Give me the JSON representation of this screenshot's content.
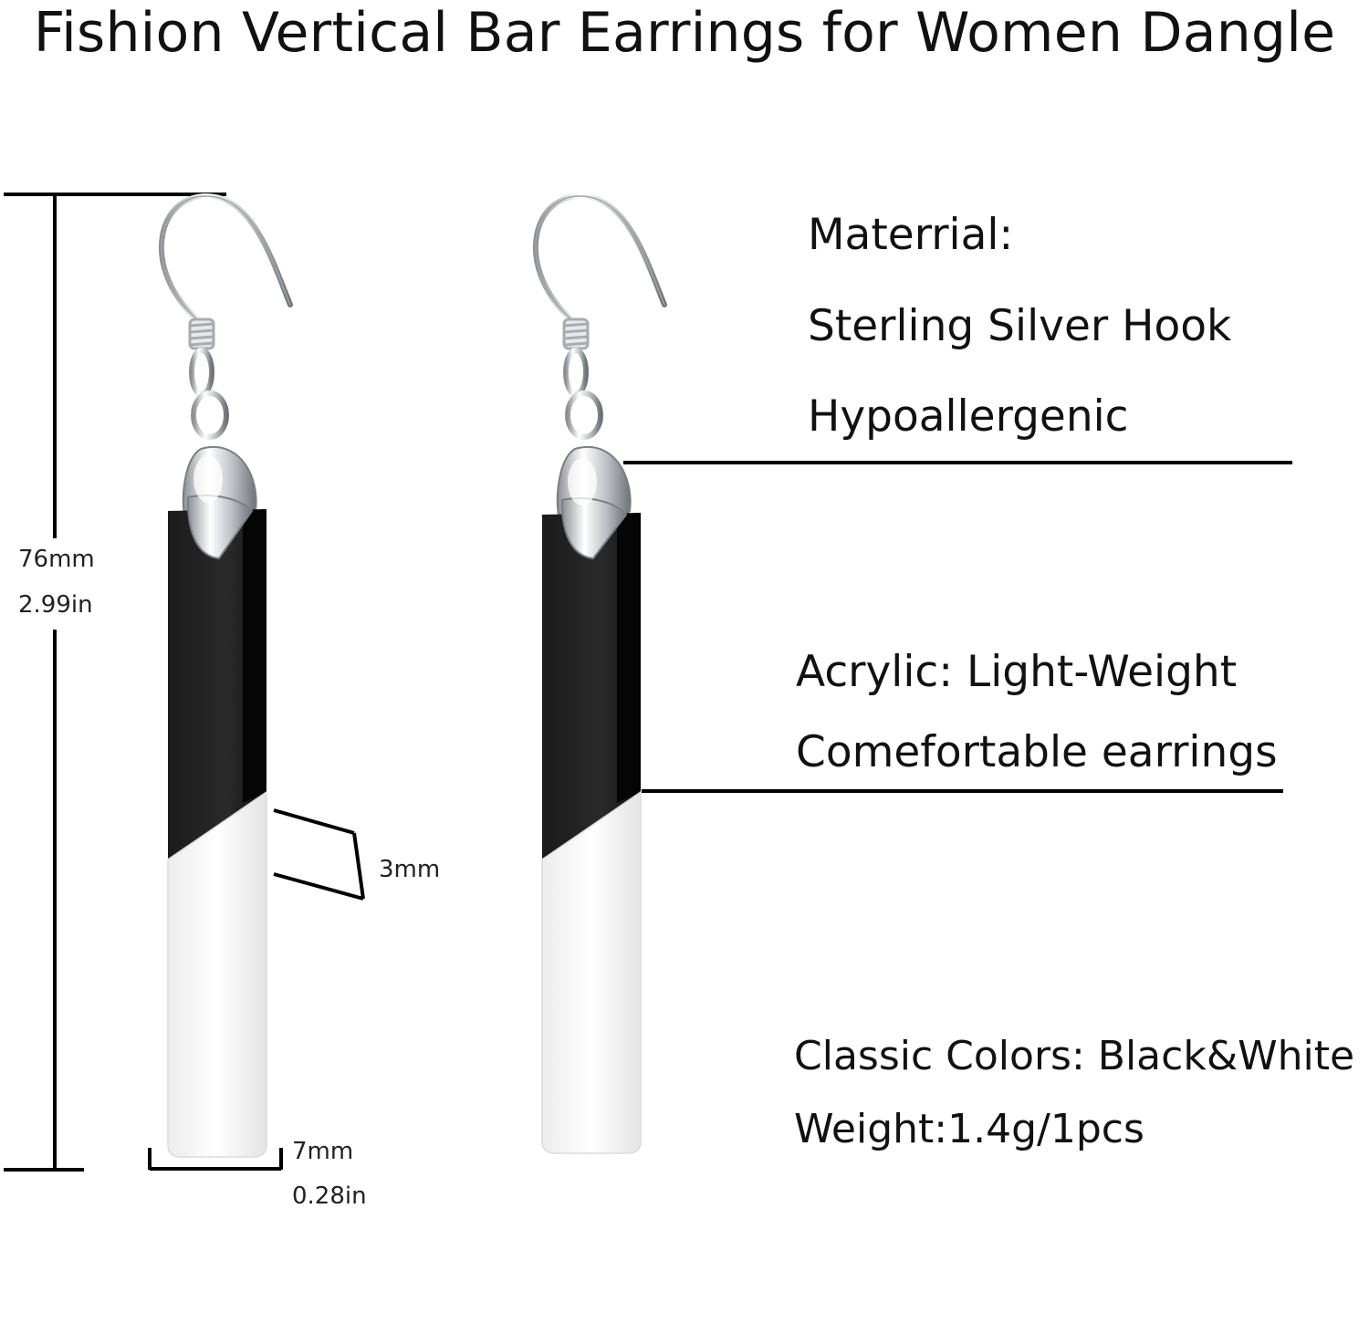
{
  "title": "Fishion Vertical Bar Earrings for Women Dangle",
  "dimensions": {
    "length_mm": "76mm",
    "length_in": "2.99in",
    "thickness_mm": "3mm",
    "width_mm": "7mm",
    "width_in": "0.28in"
  },
  "specs": {
    "material_heading": "Materrial:",
    "hook": "Sterling Silver Hook",
    "hypoallergenic": "Hypoallergenic",
    "acrylic": "Acrylic: Light-Weight",
    "comfort": "Comefortable earrings",
    "colors": "Classic Colors: Black&White",
    "weight": "Weight:1.4g/1pcs"
  },
  "colors": {
    "black_acrylic": "#0a0a0a",
    "white_acrylic": "#f4f4f4",
    "silver": "#c9ccd0",
    "line": "#000000"
  }
}
